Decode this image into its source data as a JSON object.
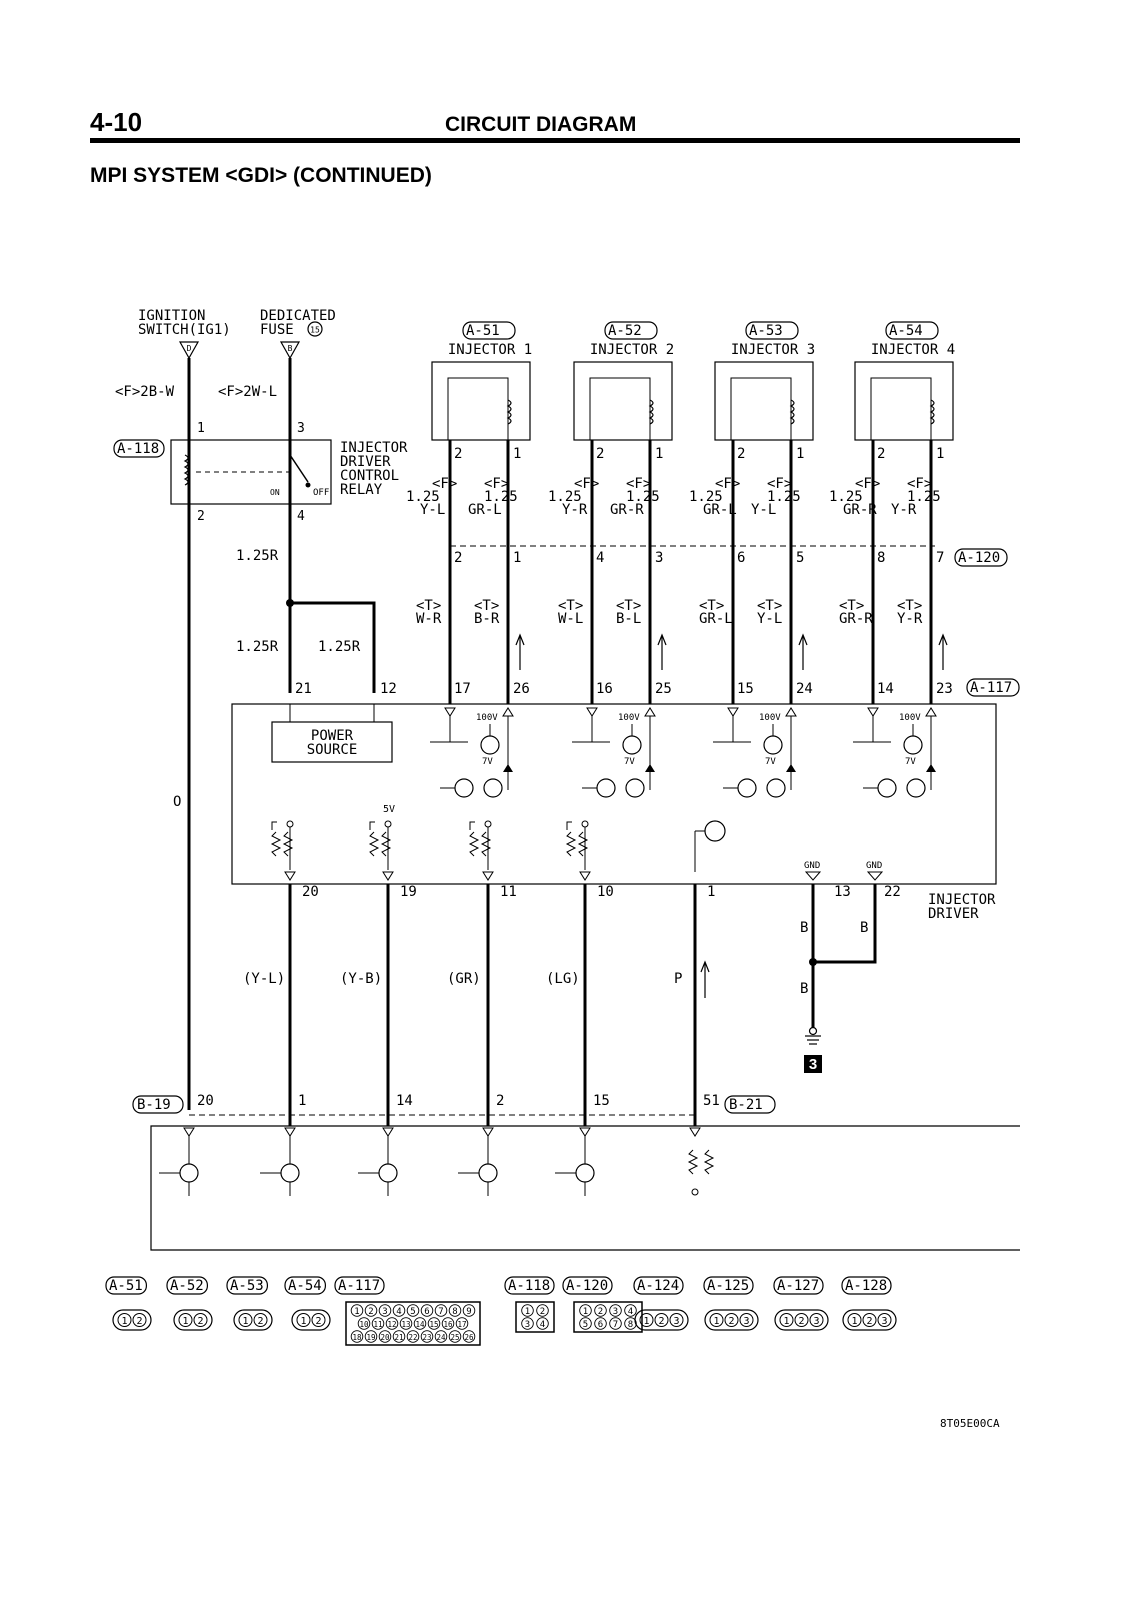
{
  "header": {
    "page_number": "4-10",
    "section_title": "CIRCUIT DIAGRAM",
    "subtitle": "MPI SYSTEM <GDI> (CONTINUED)"
  },
  "sources": {
    "ignition_label_1": "IGNITION",
    "ignition_label_2": "SWITCH(IG1)",
    "ignition_marker": "D",
    "fuse_label_1": "DEDICATED",
    "fuse_label_2": "FUSE",
    "fuse_number": "15",
    "fuse_marker": "B",
    "wire_ign": "<F>2B-W",
    "wire_fuse": "<F>2W-L"
  },
  "relay": {
    "connector": "A-118",
    "name_lines": [
      "INJECTOR",
      "DRIVER",
      "CONTROL",
      "RELAY"
    ],
    "on_label": "ON",
    "off_label": "OFF",
    "pins": [
      "1",
      "3",
      "2",
      "4"
    ]
  },
  "injectors": [
    {
      "connector": "A-51",
      "name": "INJECTOR 1",
      "wire_a_top": "<F>",
      "wire_a_size": "1.25",
      "wire_a_color": "Y-L",
      "wire_b_top": "<F>",
      "wire_b_size": "1.25",
      "wire_b_color": "GR-L",
      "pins_a120": [
        "2",
        "1"
      ],
      "t_a": "W-R",
      "t_b": "B-R",
      "pins_a117": [
        "17",
        "26"
      ]
    },
    {
      "connector": "A-52",
      "name": "INJECTOR 2",
      "wire_a_top": "<F>",
      "wire_a_size": "1.25",
      "wire_a_color": "Y-R",
      "wire_b_top": "<F>",
      "wire_b_size": "1.25",
      "wire_b_color": "GR-R",
      "pins_a120": [
        "4",
        "3"
      ],
      "t_a": "W-L",
      "t_b": "B-L",
      "pins_a117": [
        "16",
        "25"
      ]
    },
    {
      "connector": "A-53",
      "name": "INJECTOR 3",
      "wire_a_top": "<F>",
      "wire_a_size": "1.25",
      "wire_a_color": "GR-L",
      "wire_b_top": "<F>",
      "wire_b_size": "1.25",
      "wire_b_color": "Y-L",
      "pins_a120": [
        "6",
        "5"
      ],
      "t_a": "GR-L",
      "t_b": "Y-L",
      "pins_a117": [
        "15",
        "24"
      ]
    },
    {
      "connector": "A-54",
      "name": "INJECTOR 4",
      "wire_a_top": "<F>",
      "wire_a_size": "1.25",
      "wire_a_color": "GR-R",
      "wire_b_top": "<F>",
      "wire_b_size": "1.25",
      "wire_b_color": "Y-R",
      "pins_a120": [
        "8",
        "7"
      ],
      "t_a": "GR-R",
      "t_b": "Y-R",
      "pins_a117": [
        "14",
        "23"
      ]
    }
  ],
  "coil_pin_labels": [
    "2",
    "1"
  ],
  "t_marker": "<T>",
  "wires": {
    "relay_out": "1.25R",
    "power_a": "1.25R",
    "power_b": "1.25R",
    "ground_left": "O"
  },
  "injector_driver": {
    "name_1": "INJECTOR",
    "name_2": "DRIVER",
    "connector_top": "A-117",
    "connector_mid": "A-120",
    "power_source_1": "POWER",
    "power_source_2": "SOURCE",
    "v100": "100V",
    "v7": "7V",
    "v5": "5V",
    "gnd": "GND",
    "power_pins": [
      "21",
      "12"
    ],
    "bottom_pins": [
      "20",
      "19",
      "11",
      "10",
      "1"
    ],
    "gnd_pins": [
      "13",
      "22"
    ],
    "gnd_wire": "B"
  },
  "signal_wires": [
    "(Y-L)",
    "(Y-B)",
    "(GR)",
    "(LG)",
    "P"
  ],
  "ground_point": "3",
  "ecu": {
    "connector_left": "B-19",
    "connector_right": "B-21",
    "pins": [
      "20",
      "1",
      "14",
      "2",
      "15",
      "51"
    ]
  },
  "connector_legend": [
    {
      "name": "A-51",
      "cells": [
        "1",
        "2"
      ]
    },
    {
      "name": "A-52",
      "cells": [
        "1",
        "2"
      ]
    },
    {
      "name": "A-53",
      "cells": [
        "1",
        "2"
      ]
    },
    {
      "name": "A-54",
      "cells": [
        "1",
        "2"
      ]
    },
    {
      "name": "A-117",
      "rows": [
        [
          "1",
          "2",
          "3",
          "4",
          "5",
          "6",
          "7",
          "8",
          "9"
        ],
        [
          "10",
          "11",
          "12",
          "13",
          "14",
          "15",
          "16",
          "17"
        ],
        [
          "18",
          "19",
          "20",
          "21",
          "22",
          "23",
          "24",
          "25",
          "26"
        ]
      ]
    },
    {
      "name": "A-118",
      "rows": [
        [
          "1",
          "2"
        ],
        [
          "3",
          "4"
        ]
      ]
    },
    {
      "name": "A-120",
      "rows": [
        [
          "1",
          "2",
          "3",
          "4"
        ],
        [
          "5",
          "6",
          "7",
          "8"
        ]
      ]
    },
    {
      "name": "A-124",
      "cells": [
        "1",
        "2",
        "3"
      ]
    },
    {
      "name": "A-125",
      "cells": [
        "1",
        "2",
        "3"
      ]
    },
    {
      "name": "A-127",
      "cells": [
        "1",
        "2",
        "3"
      ]
    },
    {
      "name": "A-128",
      "cells": [
        "1",
        "2",
        "3"
      ]
    }
  ],
  "figure_code": "8T05E00CA"
}
